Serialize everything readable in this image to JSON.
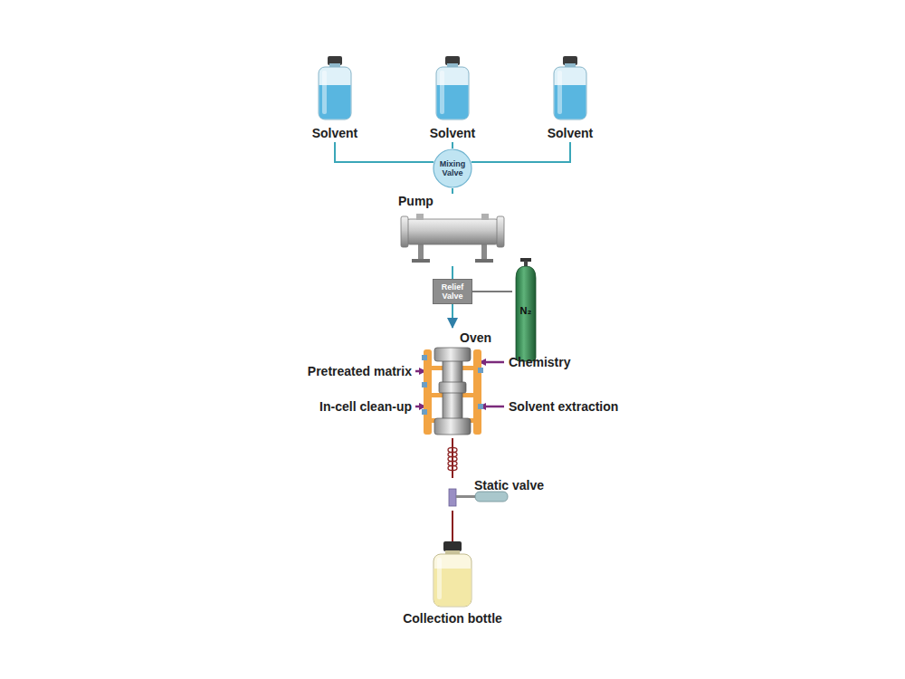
{
  "diagram": {
    "nodes": [
      {
        "text": [
          "Solvent"
        ]
      },
      {
        "text": [
          "Solvent"
        ]
      },
      {
        "text": [
          "Solvent"
        ]
      },
      {
        "text": [
          "Mixing Valve"
        ]
      },
      {
        "text": [
          "Pump"
        ]
      },
      {
        "text": [
          "Relief Valve"
        ]
      },
      {
        "text": [
          "N₂"
        ]
      },
      {
        "text": [
          "Oven"
        ]
      },
      {
        "text": [
          "Static valve"
        ]
      },
      {
        "text": [
          "Collection bottle"
        ]
      }
    ],
    "edges": [
      {
        "from": 0,
        "to": 3,
        "arrow": "none"
      },
      {
        "from": 1,
        "to": 3,
        "arrow": "none"
      },
      {
        "from": 2,
        "to": 3,
        "arrow": "none"
      },
      {
        "from": 3,
        "to": 4,
        "arrow": "none"
      },
      {
        "from": 4,
        "to": 5,
        "arrow": "none"
      },
      {
        "from": 6,
        "to": 5,
        "arrow": "none"
      },
      {
        "from": 5,
        "to": 7,
        "arrow": "to"
      },
      {
        "from": 7,
        "to": 8,
        "arrow": "none"
      },
      {
        "from": 8,
        "to": 9,
        "arrow": "none"
      }
    ],
    "labels": [
      "Pretreated matrix",
      "In-cell clean-up",
      "Chemistry",
      "Solvent extraction"
    ]
  }
}
